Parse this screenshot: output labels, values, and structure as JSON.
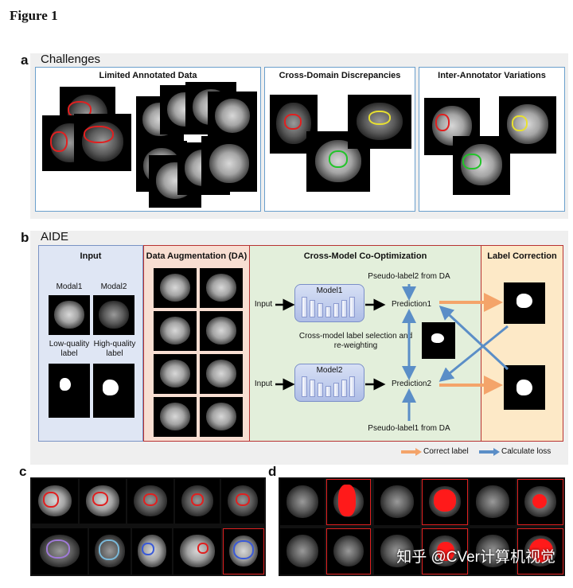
{
  "figure": {
    "title": "Figure 1"
  },
  "panel_a": {
    "letter": "a",
    "heading": "Challenges",
    "boxes": [
      {
        "title": "Limited Annotated Data"
      },
      {
        "title": "Cross-Domain Discrepancies"
      },
      {
        "title": "Inter-Annotator Variations"
      }
    ]
  },
  "panel_b": {
    "letter": "b",
    "heading": "AIDE",
    "input": {
      "title": "Input",
      "modal1": "Modal1",
      "modal2": "Modal2",
      "low_quality": "Low-quality label",
      "high_quality": "High-quality label"
    },
    "augmentation": {
      "title": "Data Augmentation (DA)"
    },
    "co_opt": {
      "title": "Cross-Model Co-Optimization",
      "pseudo2": "Pseudo-label2 from DA",
      "pseudo1": "Pseudo-label1 from DA",
      "model1": "Model1",
      "model2": "Model2",
      "input1": "Input",
      "input2": "Input",
      "prediction1": "Prediction1",
      "prediction2": "Prediction2",
      "selection": "Cross-model label selection and re-weighting"
    },
    "correction": {
      "title": "Label Correction"
    },
    "legend": {
      "correct": "Correct label",
      "loss": "Calculate loss",
      "correct_color": "#f4a46a",
      "loss_color": "#5b8ec7"
    }
  },
  "panel_c": {
    "letter": "c"
  },
  "panel_d": {
    "letter": "d"
  },
  "watermark": "知乎 @CVer计算机视觉",
  "colors": {
    "panel_a_border": "#6a9fcc",
    "input_bg": "#dfe6f4",
    "aug_bg": "#f8ded2",
    "coopt_bg": "#e3efdb",
    "correction_bg": "#fde9c7",
    "red_box": "#b83232",
    "contour_red": "#e02020",
    "contour_green": "#22c42a",
    "contour_yellow": "#e8e030",
    "highlight_red": "#ff1a1a"
  }
}
